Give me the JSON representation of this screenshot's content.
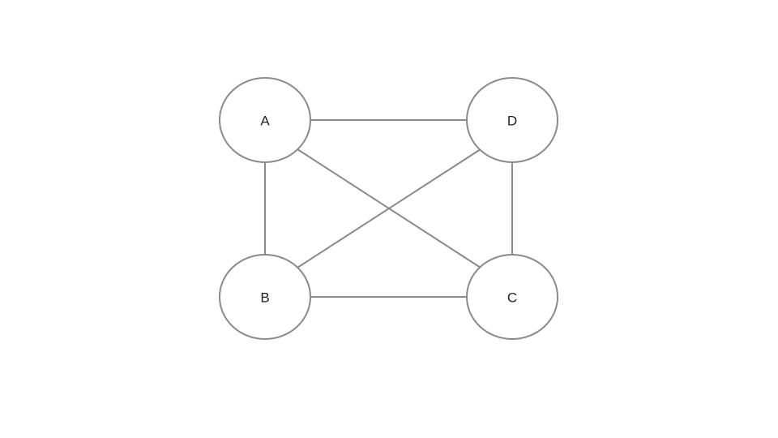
{
  "graph": {
    "nodes": [
      {
        "id": "A",
        "label": "A"
      },
      {
        "id": "B",
        "label": "B"
      },
      {
        "id": "C",
        "label": "C"
      },
      {
        "id": "D",
        "label": "D"
      }
    ],
    "edges": [
      {
        "from": "A",
        "to": "D"
      },
      {
        "from": "A",
        "to": "B"
      },
      {
        "from": "A",
        "to": "C"
      },
      {
        "from": "D",
        "to": "B"
      },
      {
        "from": "D",
        "to": "C"
      },
      {
        "from": "B",
        "to": "C"
      }
    ],
    "colors": {
      "stroke": "#8a8a8a",
      "fill": "#ffffff",
      "text": "#222222",
      "background": "#ffffff"
    }
  }
}
